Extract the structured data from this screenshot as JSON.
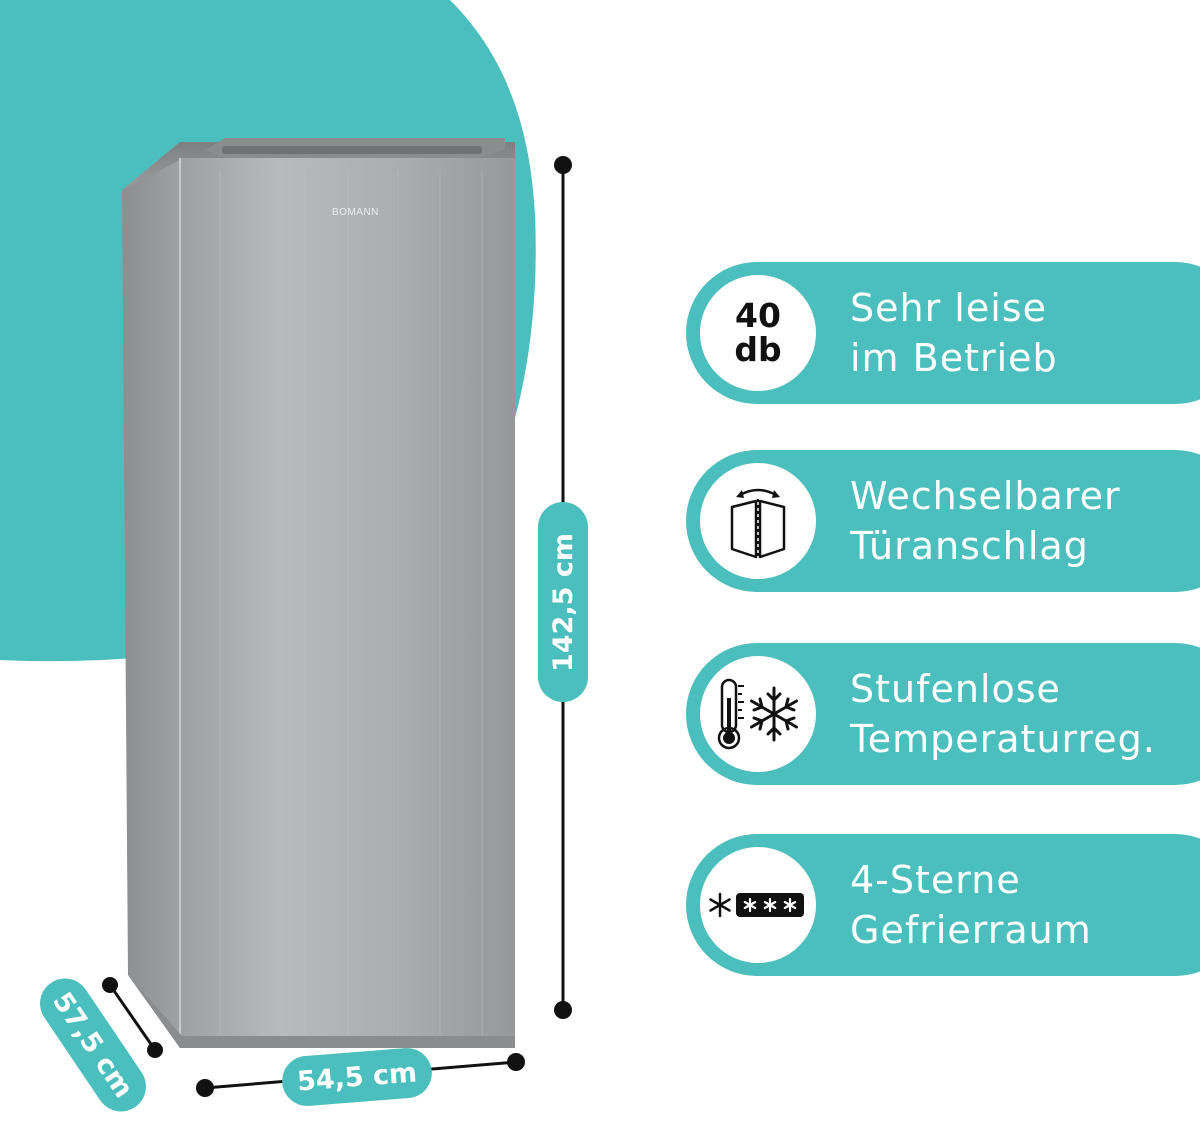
{
  "brand": {
    "logo_text": "BOMANN"
  },
  "dimensions": {
    "height": "142,5 cm",
    "width": "54,5 cm",
    "depth": "57,5 cm"
  },
  "features": [
    {
      "badge_line1": "40",
      "badge_line2": "db",
      "line1": "Sehr leise",
      "line2": "im Betrieb",
      "icon": "decibel-icon"
    },
    {
      "line1": "Wechselbarer",
      "line2": "Türanschlag",
      "icon": "door-reverse-icon"
    },
    {
      "line1": "Stufenlose",
      "line2": "Temperaturreg.",
      "icon": "thermometer-snowflake-icon"
    },
    {
      "line1": "4-Sterne",
      "line2": "Gefrierraum",
      "icon": "four-star-freezer-icon"
    }
  ],
  "colors": {
    "accent": "#4bbfbd",
    "steel": "#a9abac",
    "text": "#111111"
  }
}
